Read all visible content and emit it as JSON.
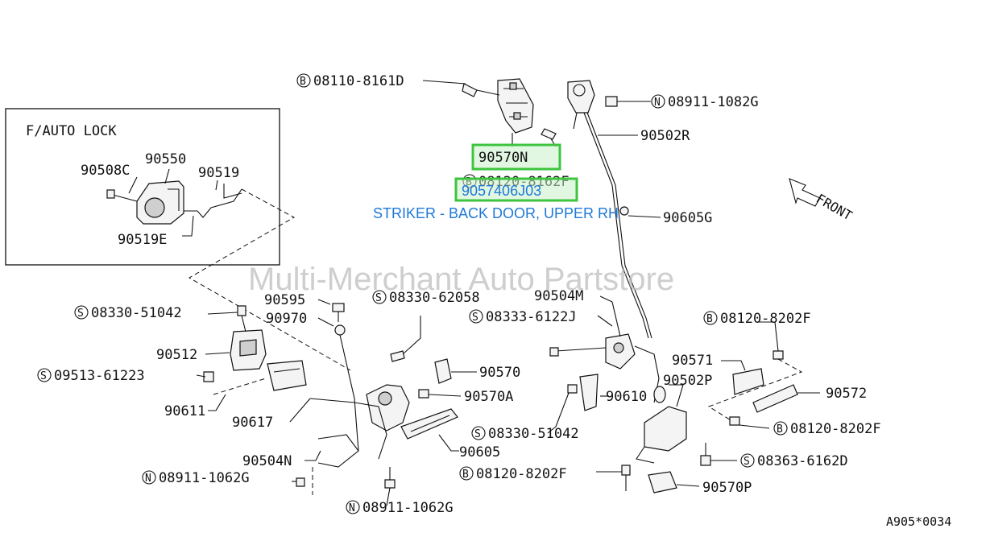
{
  "inset": {
    "title": "F/AUTO LOCK"
  },
  "labels": {
    "b_08110_8161D": "08110-8161D",
    "n_08911_1082G_top": "08911-1082G",
    "p_90502R": "90502R",
    "p_90570N": "90570N",
    "b_08120_8162F": "08120-8162F",
    "hl_9057406J03": "9057406J03",
    "desc": "STRIKER - BACK DOOR, UPPER RH",
    "p_90605G": "90605G",
    "p_90508C": "90508C",
    "p_90550": "90550",
    "p_90519": "90519",
    "p_90519E": "90519E",
    "p_90595": "90595",
    "s_08330_51042_left": "08330-51042",
    "p_90970": "90970",
    "s_08330_62058": "08330-62058",
    "p_90504M": "90504M",
    "s_08333_6122J": "08333-6122J",
    "b_08120_8202F_a": "08120-8202F",
    "p_90512": "90512",
    "p_90570": "90570",
    "p_90571": "90571",
    "s_09513_61223": "09513-61223",
    "p_90502P": "90502P",
    "p_90570A": "90570A",
    "p_90572": "90572",
    "p_90610": "90610",
    "p_90611": "90611",
    "p_90617": "90617",
    "b_08120_8202F_b": "08120-8202F",
    "s_08330_51042_mid": "08330-51042",
    "p_90605": "90605",
    "p_90504N": "90504N",
    "s_08363_6162D": "08363-6162D",
    "b_08120_8202F_c": "08120-8202F",
    "n_08911_1062G_left": "08911-1062G",
    "p_90570P": "90570P",
    "n_08911_1062G_bottom": "08911-1062G",
    "ref_code": "A905*0034"
  },
  "prefixes": {
    "bolt": "B",
    "nut": "N",
    "screw": "S"
  },
  "front_label": "FRONT",
  "watermark": "Multi-Merchant Auto Partstore",
  "colors": {
    "highlight_fill": "#c8f0c8",
    "highlight_stroke": "#3ec43e",
    "description": "#1e78d8",
    "watermark": "#bdbdbd"
  }
}
